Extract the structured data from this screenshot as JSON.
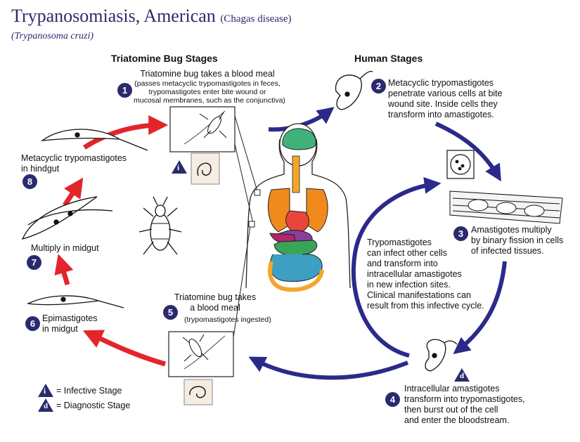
{
  "title": "Trypanosomiasis, American",
  "title_paren": "(Chagas disease)",
  "subtitle": "(Trypanosoma cruzi)",
  "headings": {
    "bug": "Triatomine Bug Stages",
    "human": "Human Stages"
  },
  "steps": [
    {
      "num": "1",
      "main": "Triatomine bug takes a blood meal",
      "lines": [
        "(passes metacyclic trypomastigotes in feces,",
        "trypomastigotes enter bite wound or",
        "mucosal membranes, such as the conjunctiva)"
      ]
    },
    {
      "num": "2",
      "lines": [
        "Metacyclic trypomastigotes",
        "penetrate various cells at bite",
        "wound site.  Inside cells they",
        "transform into amastigotes."
      ]
    },
    {
      "num": "3",
      "lines": [
        "Amastigotes multiply",
        "by binary fission in cells",
        "of infected tissues."
      ]
    },
    {
      "num": "4",
      "lines": [
        "Intracellular amastigotes",
        "transform into trypomastigotes,",
        "then burst out of the cell",
        "and enter the bloodstream."
      ]
    },
    {
      "num": "5",
      "lines": [
        "Triatomine bug takes",
        "a blood meal"
      ],
      "note": "(trypomastigotes ingested)"
    },
    {
      "num": "6",
      "lines": [
        "Epimastigotes",
        "in midgut"
      ]
    },
    {
      "num": "7",
      "lines": [
        "Multiply in midgut"
      ]
    },
    {
      "num": "8",
      "lines": [
        "Metacyclic trypomastigotes",
        "in hindgut"
      ]
    }
  ],
  "center_text": [
    "Trypomastigotes",
    "can infect other cells",
    "and transform into",
    "intracellular amastigotes",
    "in new infection sites.",
    "Clinical manifestations can",
    "result from this infective cycle."
  ],
  "legend": {
    "i_symbol": "i",
    "d_symbol": "d",
    "infective": "= Infective Stage",
    "diagnostic": "= Diagnostic Stage"
  },
  "colors": {
    "accent": "#2b2a6e",
    "bug_arrow": "#e3252b",
    "human_arrow": "#2b2a8a"
  }
}
